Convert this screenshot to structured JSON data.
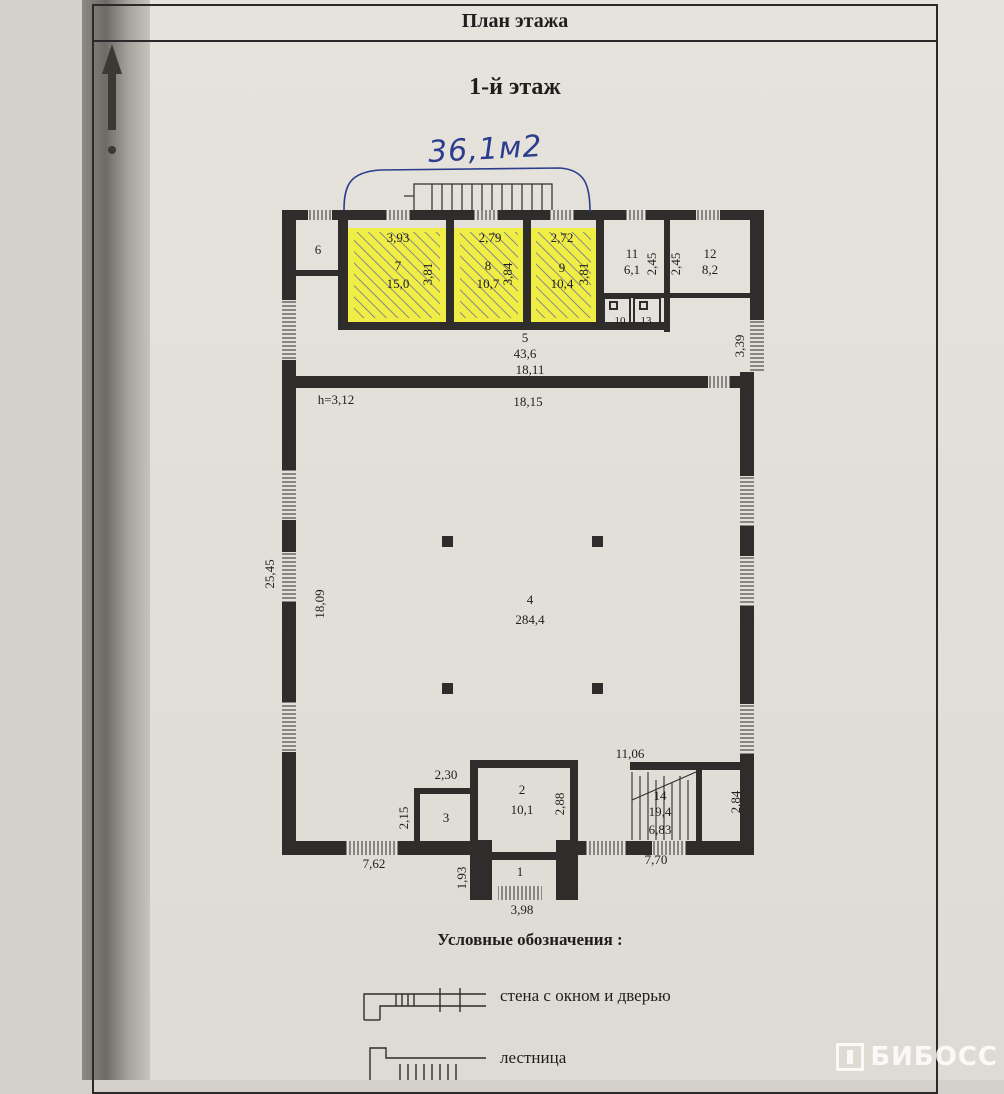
{
  "header": {
    "title": "План этажа",
    "floor": "1-й этаж"
  },
  "handwritten_note": "36,1м2",
  "rooms": [
    {
      "num": "1",
      "area": ""
    },
    {
      "num": "2",
      "area": "10,1"
    },
    {
      "num": "3",
      "area": ""
    },
    {
      "num": "4",
      "area": "284,4"
    },
    {
      "num": "5",
      "area": "43,6"
    },
    {
      "num": "6",
      "area": ""
    },
    {
      "num": "7",
      "area": "15,0"
    },
    {
      "num": "8",
      "area": "10,7"
    },
    {
      "num": "9",
      "area": "10,4"
    },
    {
      "num": "10",
      "area": ""
    },
    {
      "num": "11",
      "area": "6,1"
    },
    {
      "num": "12",
      "area": "8,2"
    },
    {
      "num": "13",
      "area": ""
    },
    {
      "num": "14",
      "area": "19,4"
    }
  ],
  "dimensions": {
    "r7_width": "3,93",
    "r7_depth": "3,81",
    "r8_width": "2,79",
    "r8_depth": "3,84",
    "r9_width": "2,72",
    "r9_depth": "3,81",
    "r11_depth": "2,45",
    "r12_depth": "2,45",
    "corridor_length": "18,11",
    "corridor_depth": "3,39",
    "height": "h=3,12",
    "hall_length": "18,15",
    "hall_depth": "18,09",
    "total_depth": "25,45",
    "r3_width": "2,30",
    "r3_depth": "2,15",
    "r2_depth": "2,88",
    "front_left": "7,62",
    "entry_depth": "1,93",
    "entry_width": "3,98",
    "front_right_upper": "11,06",
    "r14_depth": "2,84",
    "r14_width": "6,83",
    "front_right": "7,70"
  },
  "legend": {
    "title": "Условные обозначения :",
    "wall_window_door": "стена с окном и дверью",
    "stairs": "лестница"
  },
  "watermark": "БИБОСС",
  "colors": {
    "highlight": "#f2ee2a",
    "hatch": "#5a5fa8",
    "wall": "#2e2d2b",
    "ink": "#2b3d8c"
  }
}
